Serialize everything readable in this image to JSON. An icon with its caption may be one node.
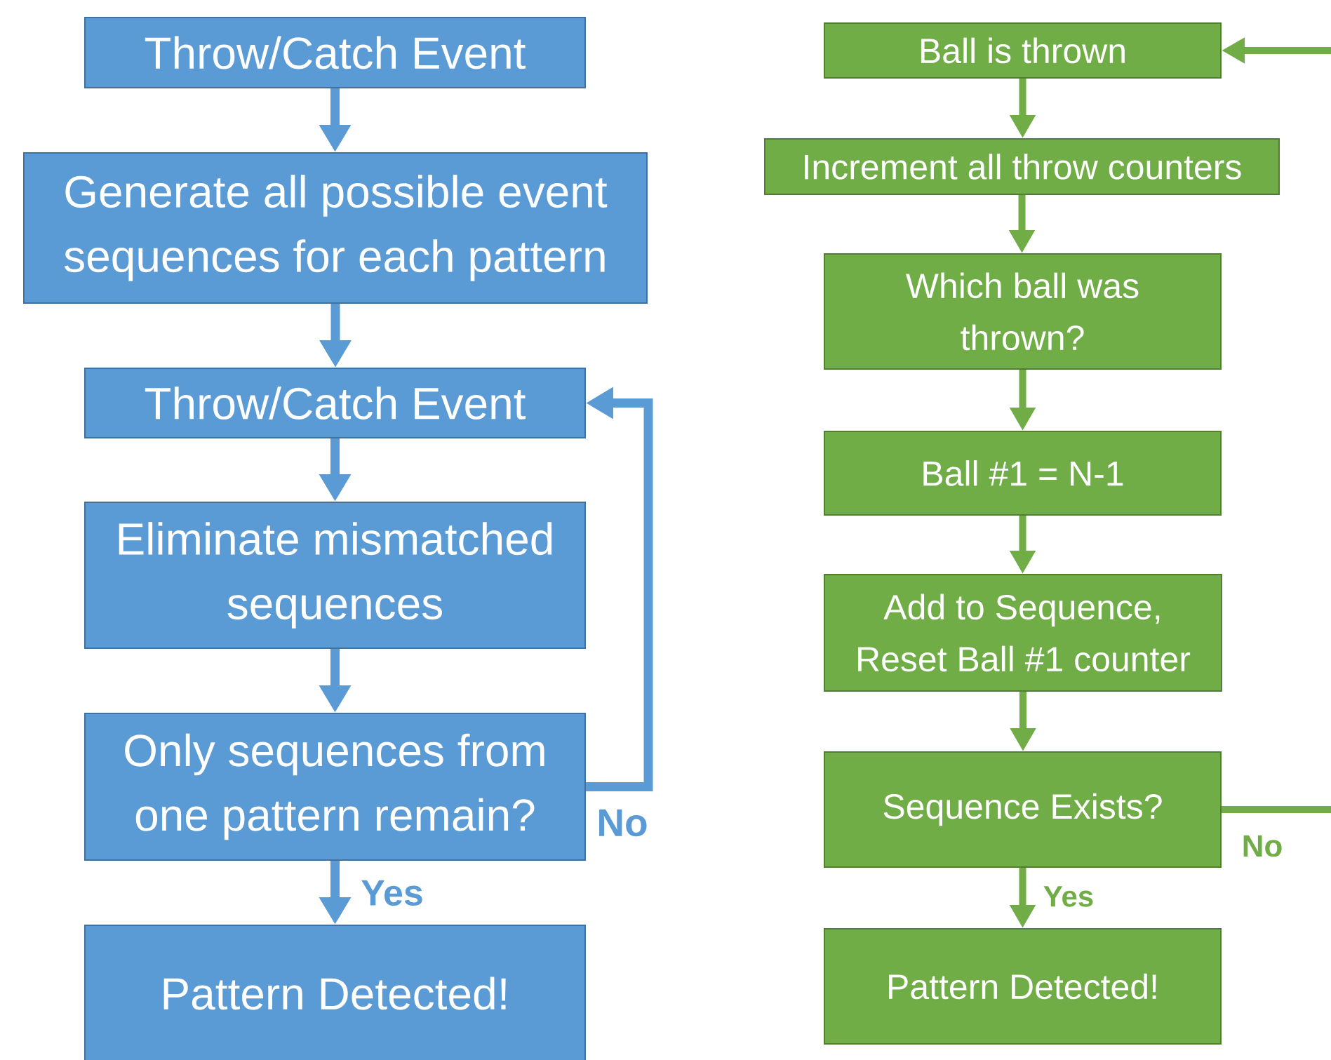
{
  "diagram": {
    "nodes": [
      {
        "text": [
          "Throw/Catch Event"
        ]
      },
      {
        "text": [
          "Generate all possible event sequences for each pattern"
        ]
      },
      {
        "text": [
          "Throw/Catch Event"
        ]
      },
      {
        "text": [
          "Eliminate mismatched sequences"
        ]
      },
      {
        "text": [
          "Only sequences from one pattern remain?"
        ]
      },
      {
        "text": [
          "Pattern Detected!"
        ]
      },
      {
        "text": [
          "Ball is thrown"
        ]
      },
      {
        "text": [
          "Increment all throw counters"
        ]
      },
      {
        "text": [
          "Which ball was thrown?"
        ]
      },
      {
        "text": [
          "Ball #1 = N-1"
        ]
      },
      {
        "text": [
          "Add to Sequence, Reset Ball #1 counter"
        ]
      },
      {
        "text": [
          "Sequence Exists?"
        ]
      },
      {
        "text": [
          "Pattern Detected!"
        ]
      }
    ],
    "edges": [
      {
        "from": 0,
        "to": 1,
        "arrow": "to",
        "color": "#5b9bd5"
      },
      {
        "from": 1,
        "to": 2,
        "arrow": "to",
        "color": "#5b9bd5"
      },
      {
        "from": 2,
        "to": 3,
        "arrow": "to",
        "color": "#5b9bd5"
      },
      {
        "from": 3,
        "to": 4,
        "arrow": "to",
        "color": "#5b9bd5"
      },
      {
        "from": 4,
        "to": 5,
        "arrow": "to",
        "label": "Yes",
        "color": "#5b9bd5"
      },
      {
        "from": 4,
        "to": 2,
        "arrow": "to",
        "label": "No",
        "color": "#5b9bd5"
      },
      {
        "from": 6,
        "to": 7,
        "arrow": "to"
      },
      {
        "from": 7,
        "to": 8,
        "arrow": "to"
      },
      {
        "from": 8,
        "to": 9,
        "arrow": "to"
      },
      {
        "from": 9,
        "to": 10,
        "arrow": "to"
      },
      {
        "from": 10,
        "to": 11,
        "arrow": "to"
      },
      {
        "from": 11,
        "to": 12,
        "arrow": "to",
        "label": "Yes"
      },
      {
        "from": 11,
        "to": null,
        "arrow": "none",
        "label": "No"
      },
      {
        "from": null,
        "to": 6,
        "arrow": "to"
      }
    ]
  }
}
